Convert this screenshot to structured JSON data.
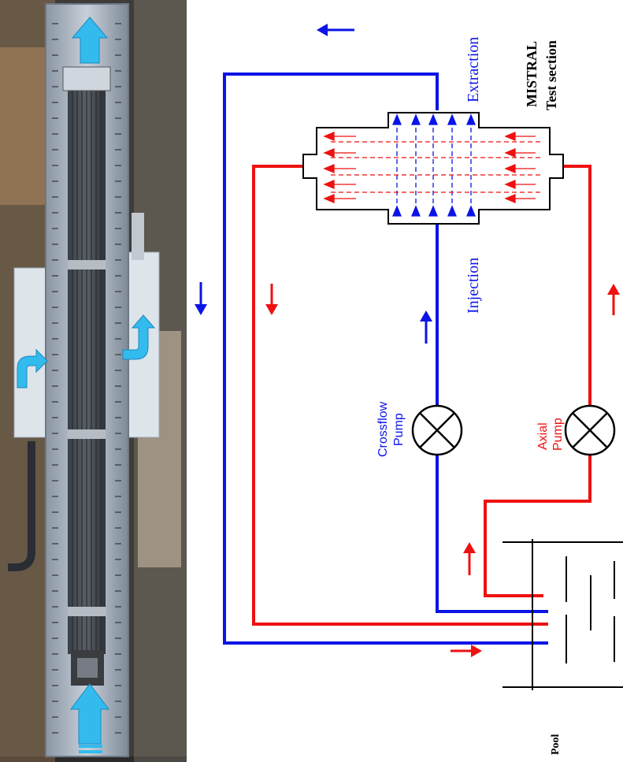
{
  "labels": {
    "extraction": "Extraction",
    "injection": "Injection",
    "mistral_line1": "MISTRAL",
    "mistral_line2": "Test section",
    "crossflow_line1": "Crossflow",
    "crossflow_line2": "Pump",
    "axial_line1": "Axial",
    "axial_line2": "Pump",
    "pool": "Pool"
  },
  "colors": {
    "crossflow_loop": "#0a14e6",
    "axial_loop": "#ee1111",
    "outline": "#000000",
    "photo_arrow": "#33bbee"
  },
  "icons": [
    "pump-icon",
    "flow-arrow-icon",
    "photo-flow-arrow-icon"
  ]
}
